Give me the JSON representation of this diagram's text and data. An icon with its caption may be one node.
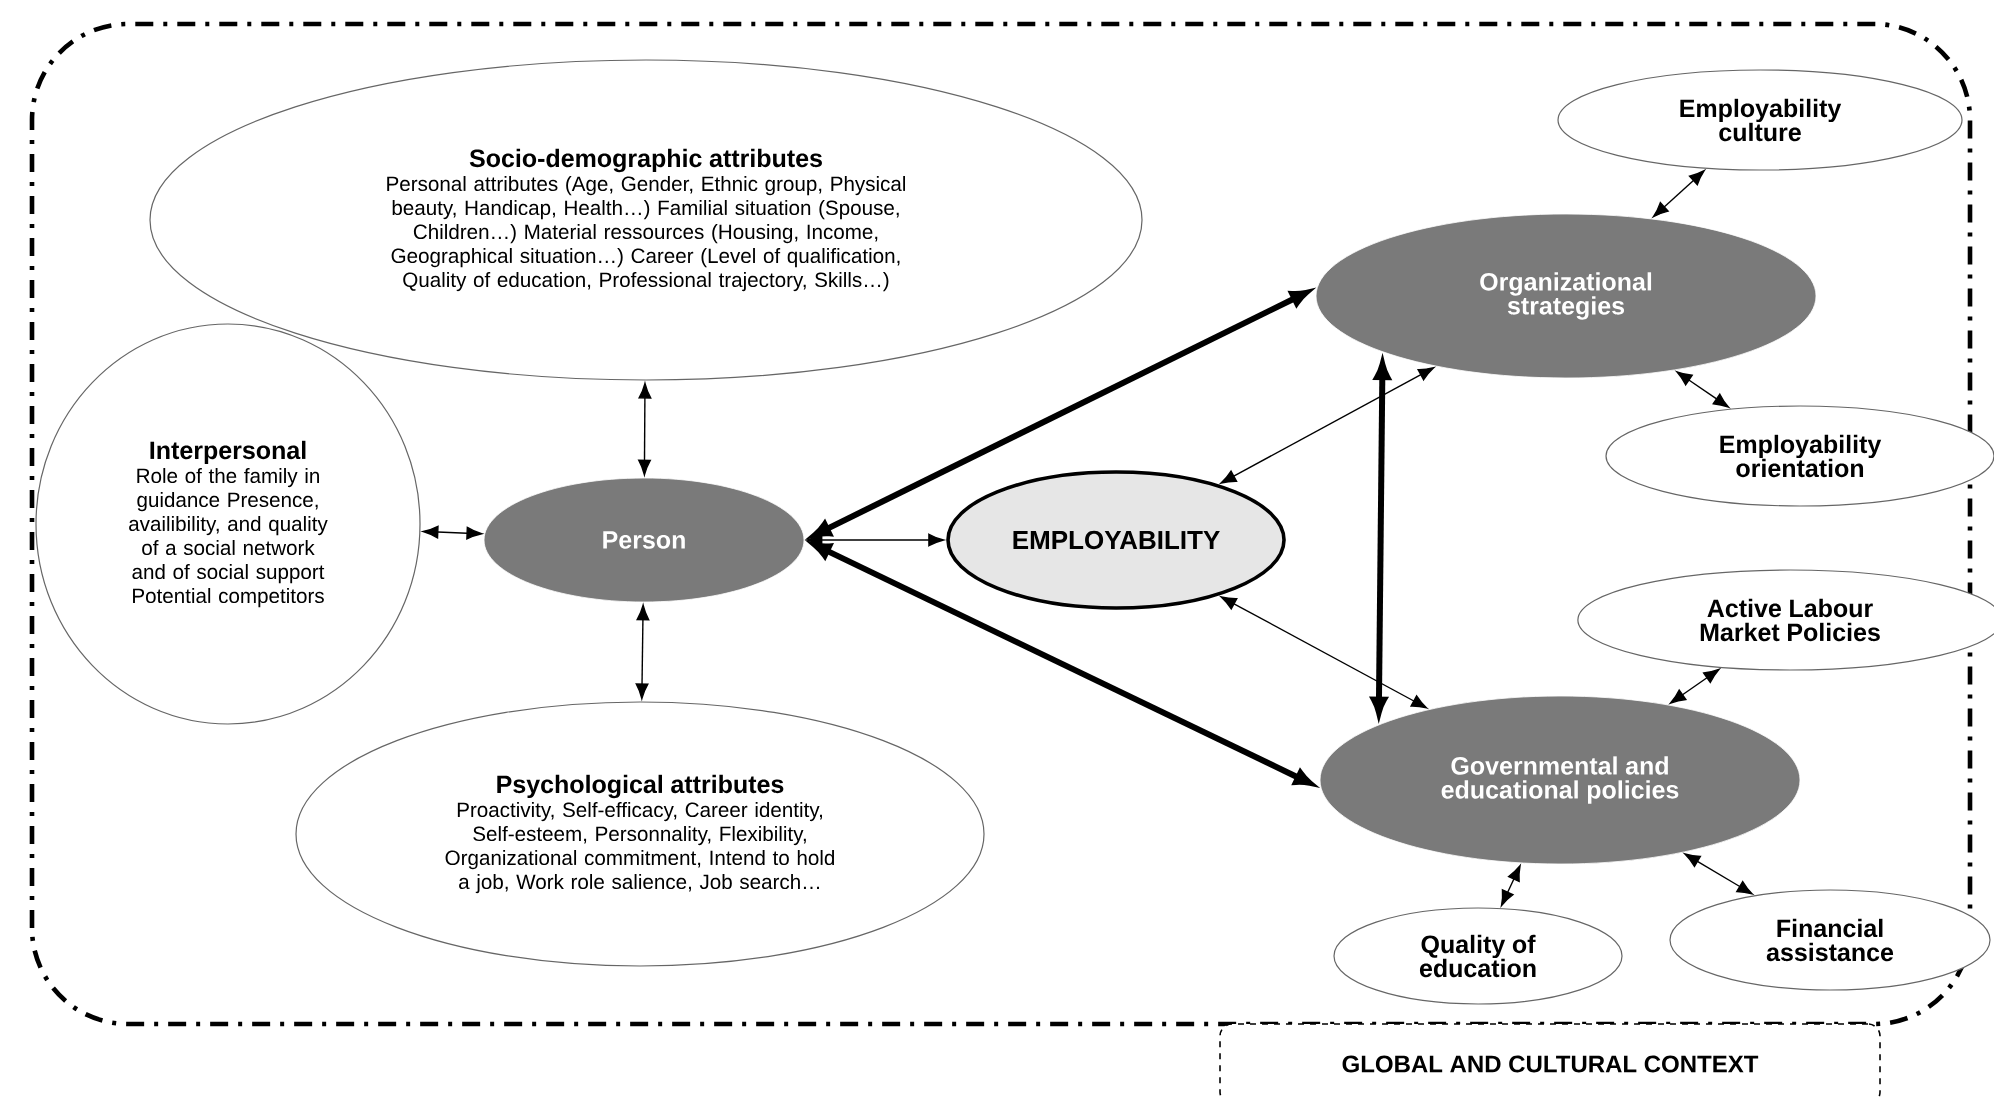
{
  "diagram": {
    "nodes": [
      {
        "text": [
          "Socio-demographic attributes",
          "Personal attributes (Age, Gender, Ethnic group, Physical beauty, Handicap, Health…) Familial situation (Spouse, Children…) Material ressources (Housing, Income, Geographical situation…) Career (Level of qualification, Quality of education, Professional trajectory, Skills…)"
        ]
      },
      {
        "text": [
          "Interpersonal",
          "Role of the family in guidance Presence, availibility, and quality of a social network and of social support Potential competitors"
        ]
      },
      {
        "text": [
          "Person"
        ]
      },
      {
        "text": [
          "Psychological attributes",
          "Proactivity, Self-efficacy, Career identity, Self-esteem, Personnality, Flexibility, Organizational commitment, Intend to hold a job, Work role salience, Job search…"
        ]
      },
      {
        "text": [
          "EMPLOYABILITY"
        ]
      },
      {
        "text": [
          "Organizational strategies"
        ]
      },
      {
        "text": [
          "Employability culture"
        ]
      },
      {
        "text": [
          "Employability orientation"
        ]
      },
      {
        "text": [
          "Active Labour Market Policies"
        ]
      },
      {
        "text": [
          "Governmental and educational policies"
        ]
      },
      {
        "text": [
          "Quality of education"
        ]
      },
      {
        "text": [
          "Financial assistance"
        ]
      },
      {
        "text": [
          "GLOBAL AND CULTURAL CONTEXT"
        ]
      }
    ],
    "edges": [
      {
        "from": 0,
        "to": 2,
        "arrow": "both"
      },
      {
        "from": 1,
        "to": 2,
        "arrow": "both"
      },
      {
        "from": 2,
        "to": 3,
        "arrow": "both"
      },
      {
        "from": 2,
        "to": 4,
        "arrow": "both"
      },
      {
        "from": 2,
        "to": 5,
        "arrow": "both",
        "style": "thick"
      },
      {
        "from": 2,
        "to": 9,
        "arrow": "both",
        "style": "thick"
      },
      {
        "from": 5,
        "to": 9,
        "arrow": "both",
        "style": "thick"
      },
      {
        "from": 5,
        "to": 4,
        "arrow": "both"
      },
      {
        "from": 9,
        "to": 4,
        "arrow": "both"
      },
      {
        "from": 6,
        "to": 5,
        "arrow": "both"
      },
      {
        "from": 5,
        "to": 7,
        "arrow": "both"
      },
      {
        "from": 8,
        "to": 9,
        "arrow": "both"
      },
      {
        "from": 9,
        "to": 10,
        "arrow": "both"
      },
      {
        "from": 9,
        "to": 11,
        "arrow": "both"
      }
    ]
  }
}
